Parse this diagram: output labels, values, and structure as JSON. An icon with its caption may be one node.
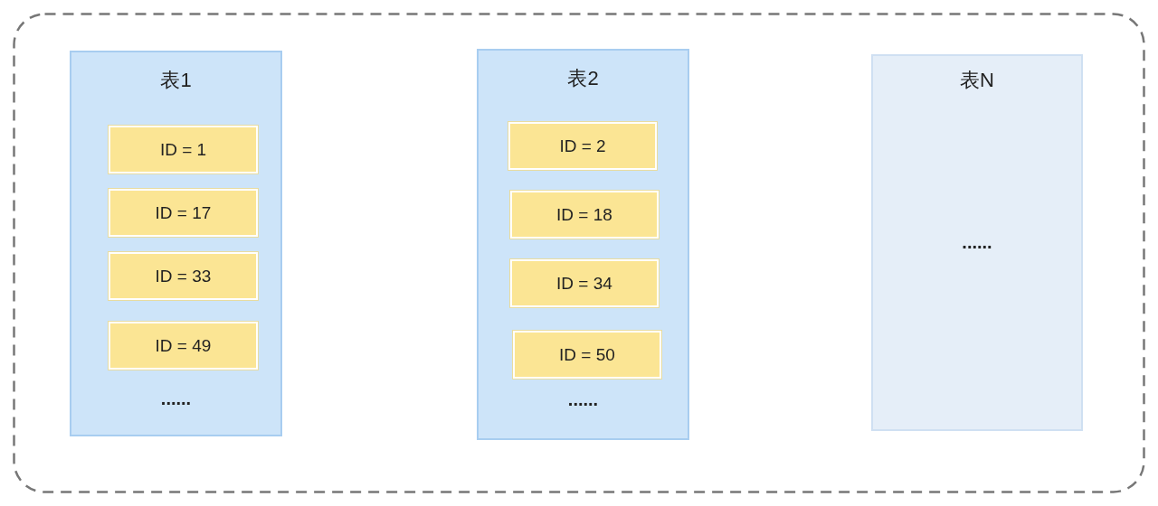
{
  "diagram": {
    "nodes": [
      {
        "text": [],
        "shape": "box"
      },
      {
        "text": [
          "表1",
          "......"
        ],
        "in": 0
      },
      {
        "text": [
          "ID = 1"
        ],
        "in": 1
      },
      {
        "text": [
          "ID = 17"
        ],
        "in": 1
      },
      {
        "text": [
          "ID = 33"
        ],
        "in": 1
      },
      {
        "text": [
          "ID = 49"
        ],
        "in": 1
      },
      {
        "text": [
          "表2",
          "......"
        ],
        "in": 0
      },
      {
        "text": [
          "ID = 2"
        ],
        "in": 6
      },
      {
        "text": [
          "ID = 18"
        ],
        "in": 6
      },
      {
        "text": [
          "ID = 34"
        ],
        "in": 6
      },
      {
        "text": [
          "ID = 50"
        ],
        "in": 6
      },
      {
        "text": [
          "表N",
          "......"
        ],
        "in": 0
      }
    ]
  }
}
